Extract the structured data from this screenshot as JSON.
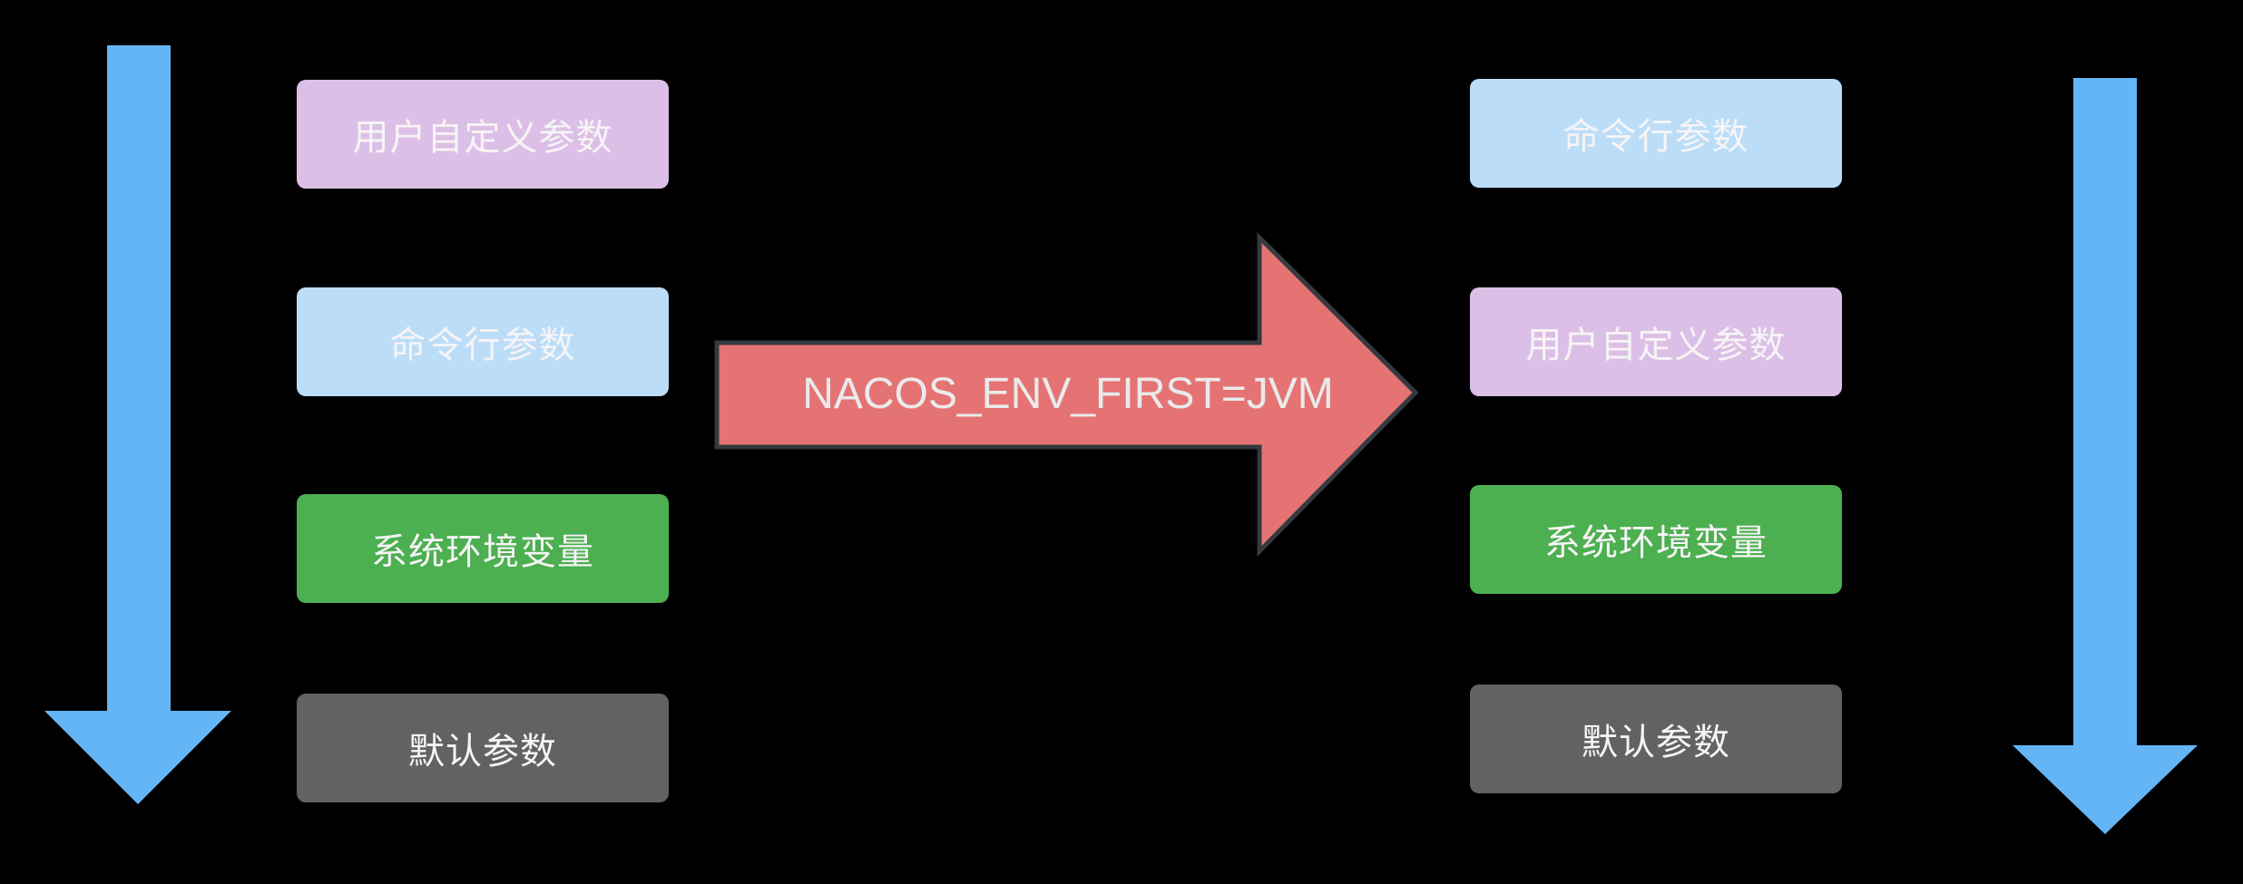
{
  "diagram": {
    "name": "nacos-env-priority-diagram",
    "flow_arrow": {
      "label": "NACOS_ENV_FIRST=JVM"
    },
    "left_column": {
      "boxes": [
        {
          "label": "用户自定义参数",
          "color_key": "user_defined_box"
        },
        {
          "label": "命令行参数",
          "color_key": "command_line_box"
        },
        {
          "label": "系统环境变量",
          "color_key": "system_env_box"
        },
        {
          "label": "默认参数",
          "color_key": "default_box"
        }
      ]
    },
    "right_column": {
      "boxes": [
        {
          "label": "命令行参数",
          "color_key": "command_line_box"
        },
        {
          "label": "用户自定义参数",
          "color_key": "user_defined_box"
        },
        {
          "label": "系统环境变量",
          "color_key": "system_env_box"
        },
        {
          "label": "默认参数",
          "color_key": "default_box"
        }
      ]
    }
  },
  "icons": {
    "left_priority_arrow": "down-arrow-icon",
    "right_priority_arrow": "down-arrow-icon",
    "flow_arrow": "right-arrow-icon"
  },
  "colors": {
    "background": "#000000",
    "box_text": "#F6F4F6",
    "user_defined_box": "#DCBFE6",
    "command_line_box": "#BBDDF8",
    "system_env_box": "#4CAF50",
    "default_box": "#626262",
    "priority_arrow_fill": "#64B5F6",
    "flow_arrow_fill": "#E57373",
    "flow_arrow_outline": "#343A40",
    "flow_arrow_text": "#EAEAEA"
  }
}
